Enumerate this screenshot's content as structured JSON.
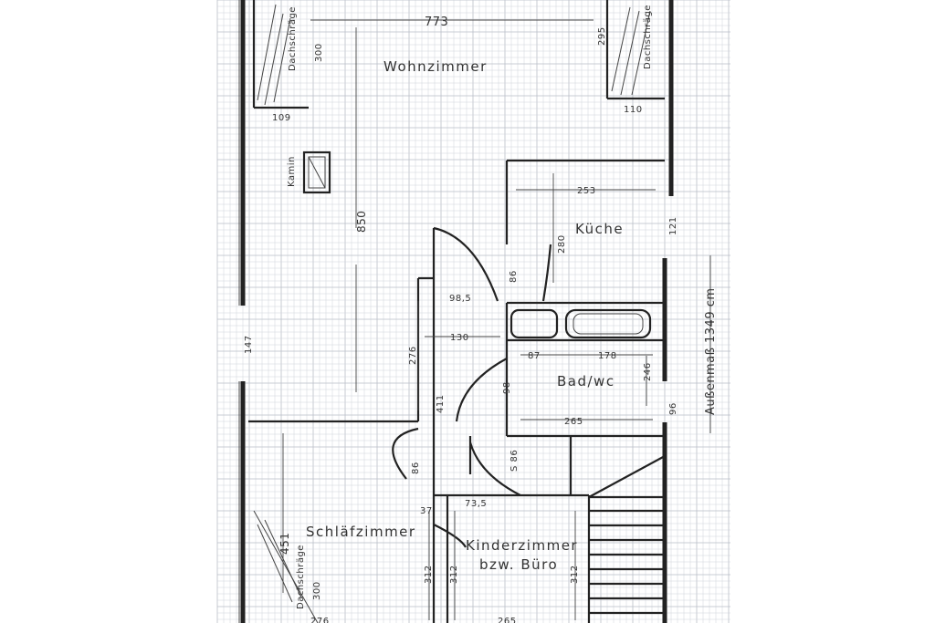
{
  "rooms": {
    "wohnzimmer": "Wohnzimmer",
    "kueche": "Küche",
    "bad": "Bad/wc",
    "schlafzimmer": "Schläfzimmer",
    "kinderzimmer_line1": "Kinderzimmer",
    "kinderzimmer_line2": "bzw. Büro"
  },
  "labels": {
    "dachschraege_left": "Dachschräge",
    "dachschraege_right": "Dachschräge",
    "dachschraege_bedroom": "Dachschräge",
    "kamin": "Kamin",
    "aussenmass": "Außenmaß 1349 cm"
  },
  "dimensions": {
    "wohn_width": "773",
    "wohn_height": "850",
    "left_slope_depth": "300",
    "right_slope_depth": "295",
    "left_109": "109",
    "right_110": "110",
    "kueche_width": "253",
    "kueche_height": "280",
    "kueche_door": "86",
    "right_121": "121",
    "right_147": "147",
    "door_98_5": "98,5",
    "flur_130": "130",
    "flur_276": "276",
    "flur_411": "411",
    "bad_87": "87",
    "bad_178": "178",
    "bad_246": "246",
    "bad_98": "98",
    "bad_265": "265",
    "right_96": "96",
    "door_86": "86",
    "door_s86": "S 86",
    "door_37": "37",
    "door_73_5": "73,5",
    "schlaf_451": "451",
    "schlaf_300": "300",
    "schlaf_312": "312",
    "kinder_312": "312",
    "kinder_312_right": "312",
    "bottom_276": "276",
    "bottom_265": "265"
  },
  "colors": {
    "paper": "#ffffff",
    "grid": "#cfd3da",
    "ink": "#222222"
  }
}
